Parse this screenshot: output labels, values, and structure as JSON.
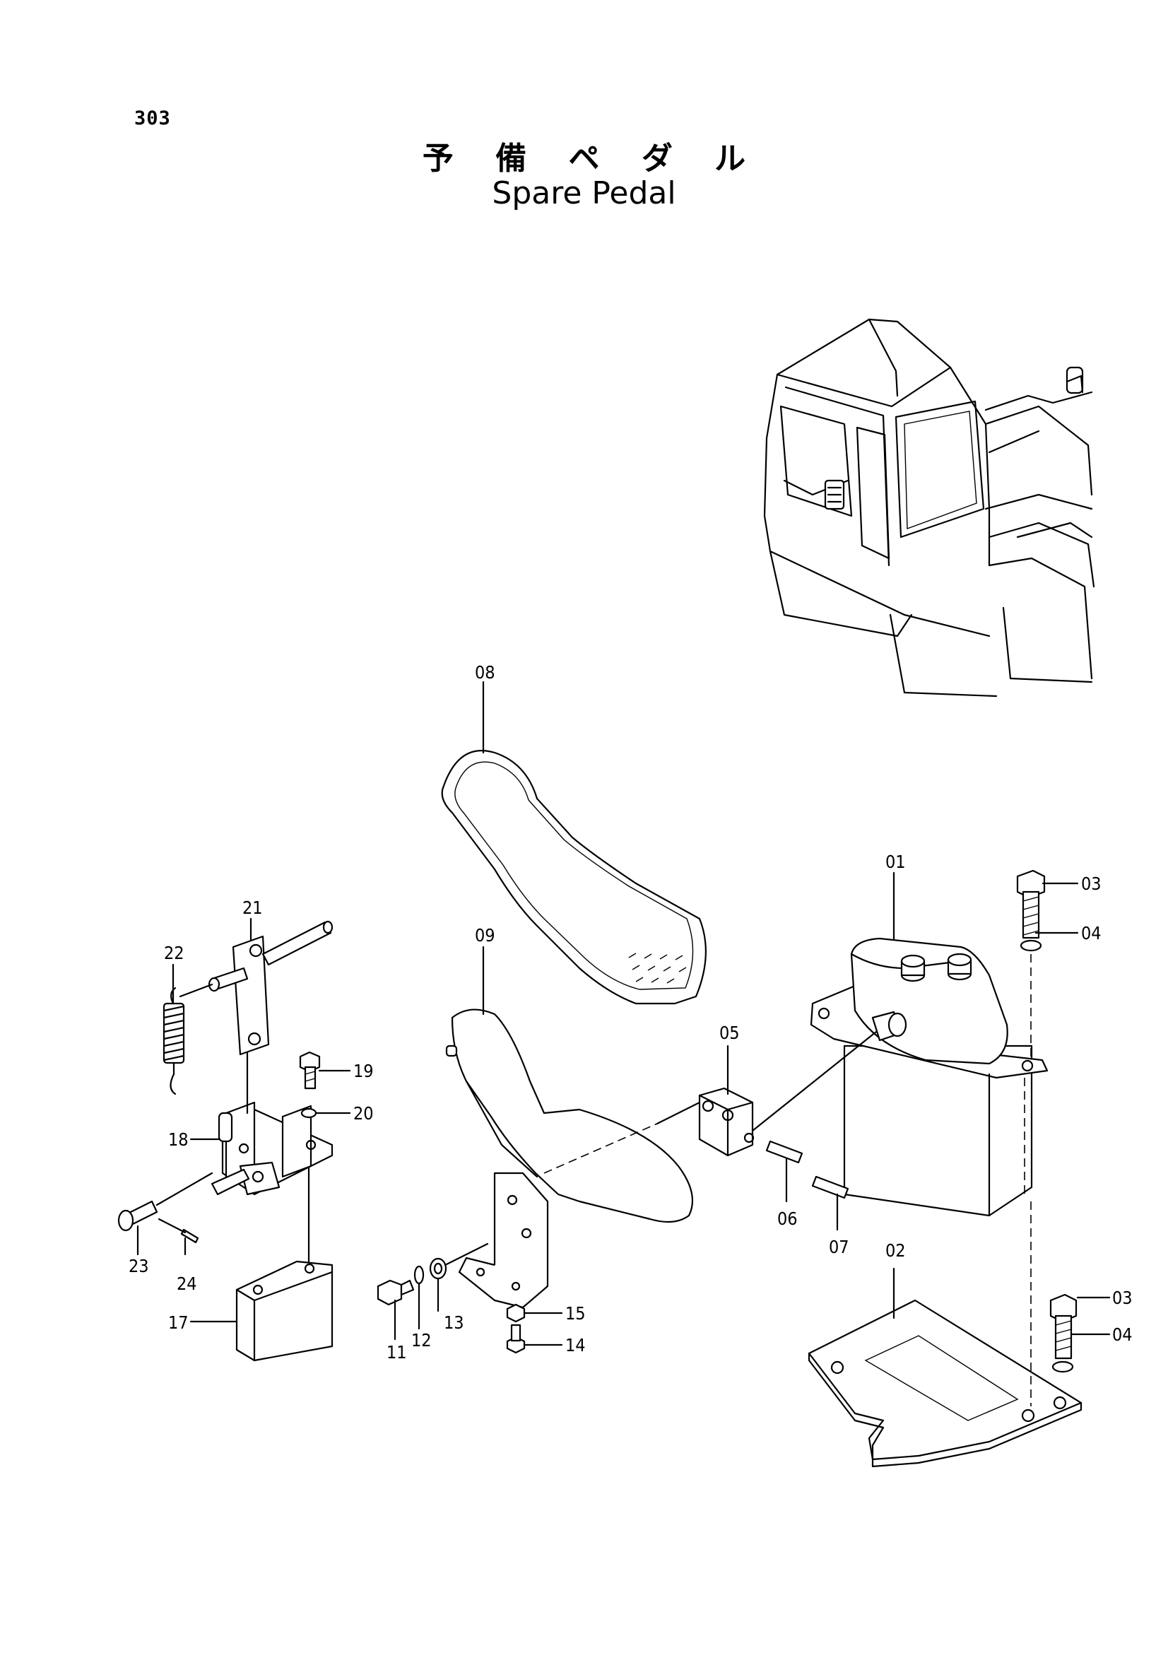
{
  "page": {
    "number": "303"
  },
  "title": {
    "japanese": "予 備 ペ ダ ル",
    "english": "Spare Pedal"
  },
  "parts": [
    {
      "key": "p01",
      "label": "01"
    },
    {
      "key": "p02",
      "label": "02"
    },
    {
      "key": "p03a",
      "label": "03"
    },
    {
      "key": "p03b",
      "label": "03"
    },
    {
      "key": "p04a",
      "label": "04"
    },
    {
      "key": "p04b",
      "label": "04"
    },
    {
      "key": "p05",
      "label": "05"
    },
    {
      "key": "p06",
      "label": "06"
    },
    {
      "key": "p07",
      "label": "07"
    },
    {
      "key": "p08",
      "label": "08"
    },
    {
      "key": "p09",
      "label": "09"
    },
    {
      "key": "p11",
      "label": "11"
    },
    {
      "key": "p12",
      "label": "12"
    },
    {
      "key": "p13",
      "label": "13"
    },
    {
      "key": "p14",
      "label": "14"
    },
    {
      "key": "p15",
      "label": "15"
    },
    {
      "key": "p17",
      "label": "17"
    },
    {
      "key": "p18",
      "label": "18"
    },
    {
      "key": "p19",
      "label": "19"
    },
    {
      "key": "p20",
      "label": "20"
    },
    {
      "key": "p21",
      "label": "21"
    },
    {
      "key": "p22",
      "label": "22"
    },
    {
      "key": "p23",
      "label": "23"
    },
    {
      "key": "p24",
      "label": "24"
    }
  ]
}
